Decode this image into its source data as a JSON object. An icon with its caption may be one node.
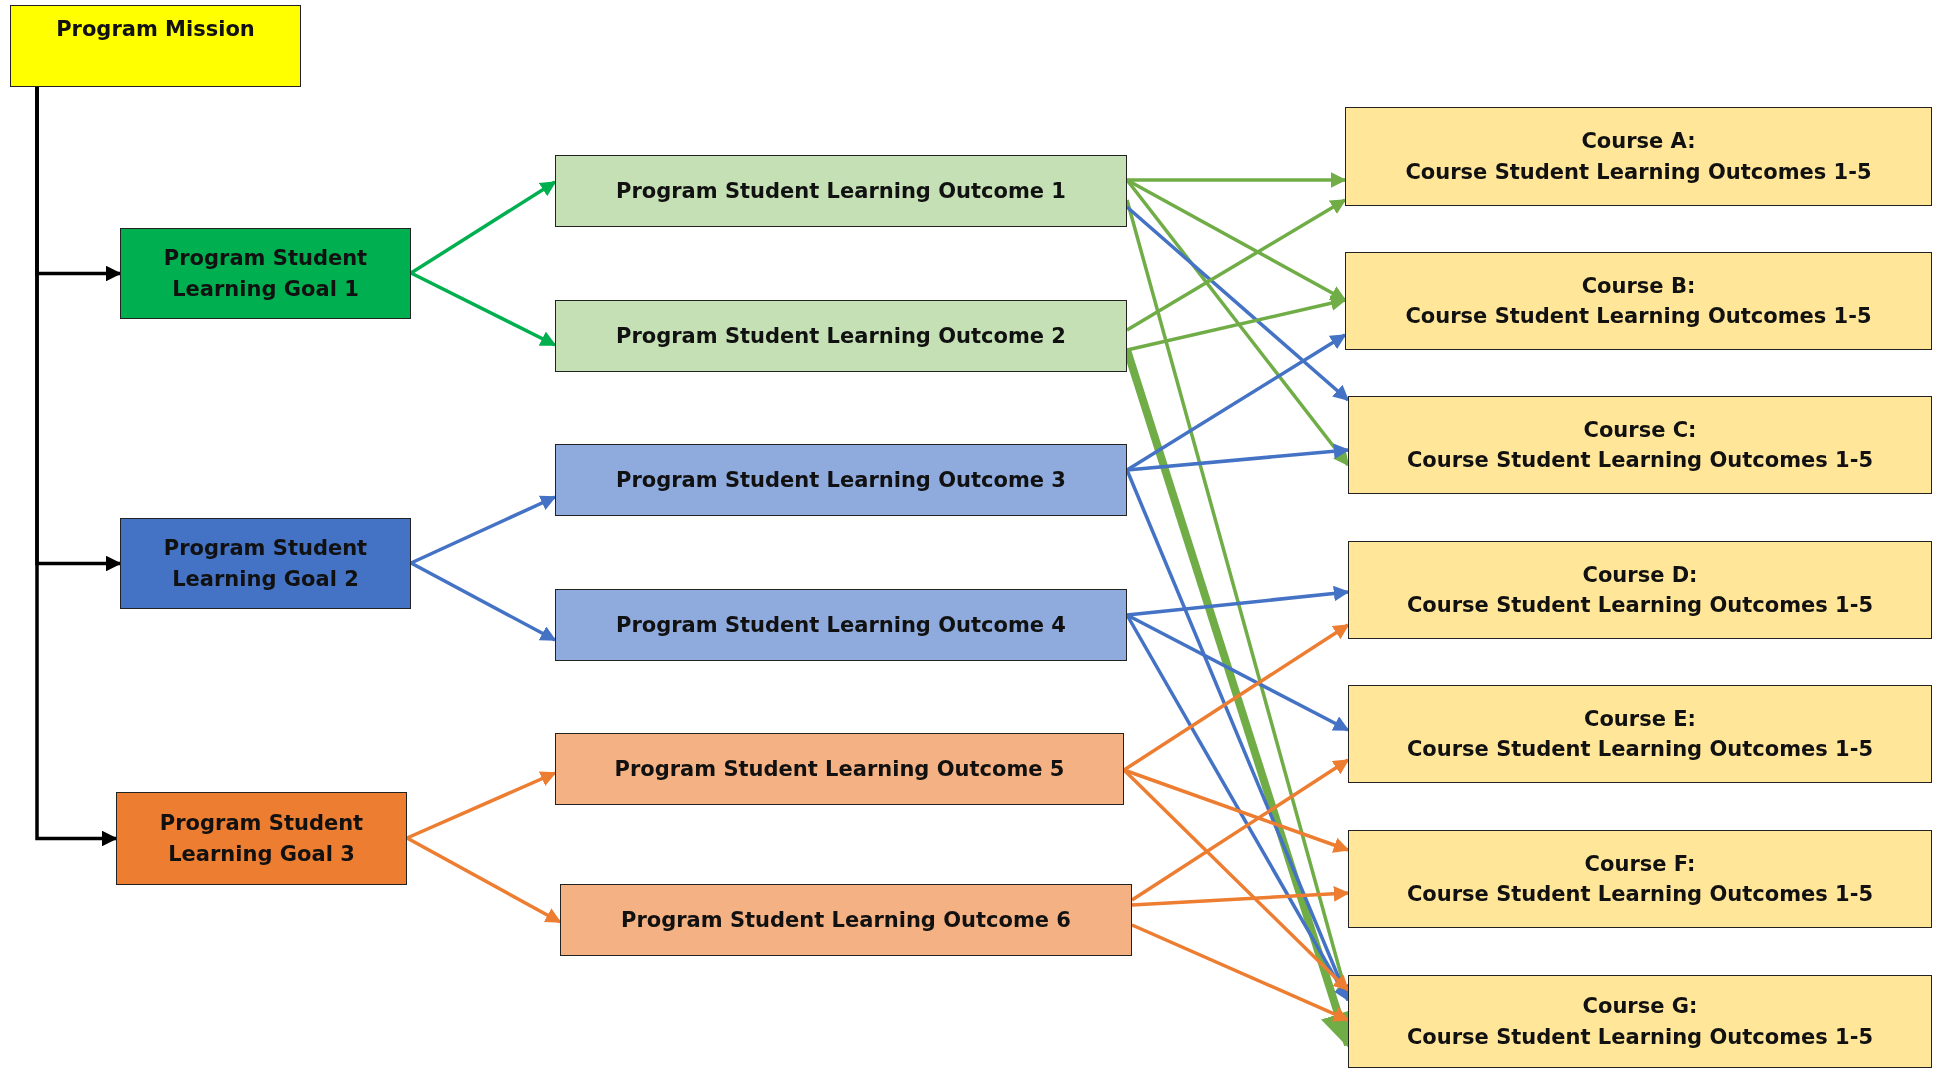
{
  "diagram": {
    "nodes": [
      {
        "text": [
          "Program Mission"
        ]
      },
      {
        "text": [
          "Program Student Learning Goal 1"
        ]
      },
      {
        "text": [
          "Program Student Learning Goal 2"
        ]
      },
      {
        "text": [
          "Program Student Learning Goal 3"
        ]
      },
      {
        "text": [
          "Program Student Learning Outcome 1"
        ]
      },
      {
        "text": [
          "Program Student Learning Outcome 2"
        ]
      },
      {
        "text": [
          "Program Student Learning Outcome 3"
        ]
      },
      {
        "text": [
          "Program Student Learning Outcome 4"
        ]
      },
      {
        "text": [
          "Program Student Learning Outcome 5"
        ]
      },
      {
        "text": [
          "Program Student Learning Outcome 6"
        ]
      },
      {
        "text": [
          "Course A:",
          "Course Student Learning Outcomes 1-5"
        ]
      },
      {
        "text": [
          "Course B:",
          "Course Student Learning Outcomes 1-5"
        ]
      },
      {
        "text": [
          "Course C:",
          "Course Student Learning Outcomes 1-5"
        ]
      },
      {
        "text": [
          "Course D:",
          "Course Student Learning Outcomes 1-5"
        ]
      },
      {
        "text": [
          "Course E:",
          "Course Student Learning Outcomes 1-5"
        ]
      },
      {
        "text": [
          "Course F:",
          "Course Student Learning Outcomes 1-5"
        ]
      },
      {
        "text": [
          "Course G:",
          "Course Student Learning Outcomes 1-5"
        ]
      }
    ],
    "edges": [
      {
        "from": 0,
        "to": 1,
        "arrow": "to",
        "color": "#000000"
      },
      {
        "from": 0,
        "to": 2,
        "arrow": "to",
        "color": "#000000"
      },
      {
        "from": 0,
        "to": 3,
        "arrow": "to",
        "color": "#000000"
      },
      {
        "from": 1,
        "to": 4,
        "arrow": "to",
        "color": "#00b050"
      },
      {
        "from": 1,
        "to": 5,
        "arrow": "to",
        "color": "#00b050"
      },
      {
        "from": 2,
        "to": 6,
        "arrow": "to",
        "color": "#4472c4"
      },
      {
        "from": 2,
        "to": 7,
        "arrow": "to",
        "color": "#4472c4"
      },
      {
        "from": 3,
        "to": 8,
        "arrow": "to",
        "color": "#ed7d31"
      },
      {
        "from": 3,
        "to": 9,
        "arrow": "to",
        "color": "#ed7d31"
      },
      {
        "from": 4,
        "to": 10,
        "arrow": "to",
        "color": "#70ad47"
      },
      {
        "from": 4,
        "to": 11,
        "arrow": "to",
        "color": "#70ad47"
      },
      {
        "from": 4,
        "to": 12,
        "arrow": "to",
        "color": "#70ad47"
      },
      {
        "from": 4,
        "to": 16,
        "arrow": "to",
        "color": "#70ad47"
      },
      {
        "from": 4,
        "to": 12,
        "arrow": "to",
        "color": "#4472c4"
      },
      {
        "from": 5,
        "to": 10,
        "arrow": "to",
        "color": "#70ad47"
      },
      {
        "from": 5,
        "to": 11,
        "arrow": "to",
        "color": "#70ad47"
      },
      {
        "from": 5,
        "to": 16,
        "arrow": "to",
        "style": "thick",
        "color": "#70ad47"
      },
      {
        "from": 6,
        "to": 11,
        "arrow": "to",
        "color": "#4472c4"
      },
      {
        "from": 6,
        "to": 12,
        "arrow": "to",
        "color": "#4472c4"
      },
      {
        "from": 6,
        "to": 16,
        "arrow": "to",
        "color": "#4472c4"
      },
      {
        "from": 7,
        "to": 13,
        "arrow": "to",
        "color": "#4472c4"
      },
      {
        "from": 7,
        "to": 14,
        "arrow": "to",
        "color": "#4472c4"
      },
      {
        "from": 7,
        "to": 16,
        "arrow": "to",
        "color": "#4472c4"
      },
      {
        "from": 8,
        "to": 13,
        "arrow": "to",
        "color": "#ed7d31"
      },
      {
        "from": 8,
        "to": 15,
        "arrow": "to",
        "color": "#ed7d31"
      },
      {
        "from": 8,
        "to": 16,
        "arrow": "to",
        "color": "#ed7d31"
      },
      {
        "from": 9,
        "to": 14,
        "arrow": "to",
        "color": "#ed7d31"
      },
      {
        "from": 9,
        "to": 15,
        "arrow": "to",
        "color": "#ed7d31"
      },
      {
        "from": 9,
        "to": 16,
        "arrow": "to",
        "color": "#ed7d31"
      }
    ]
  }
}
